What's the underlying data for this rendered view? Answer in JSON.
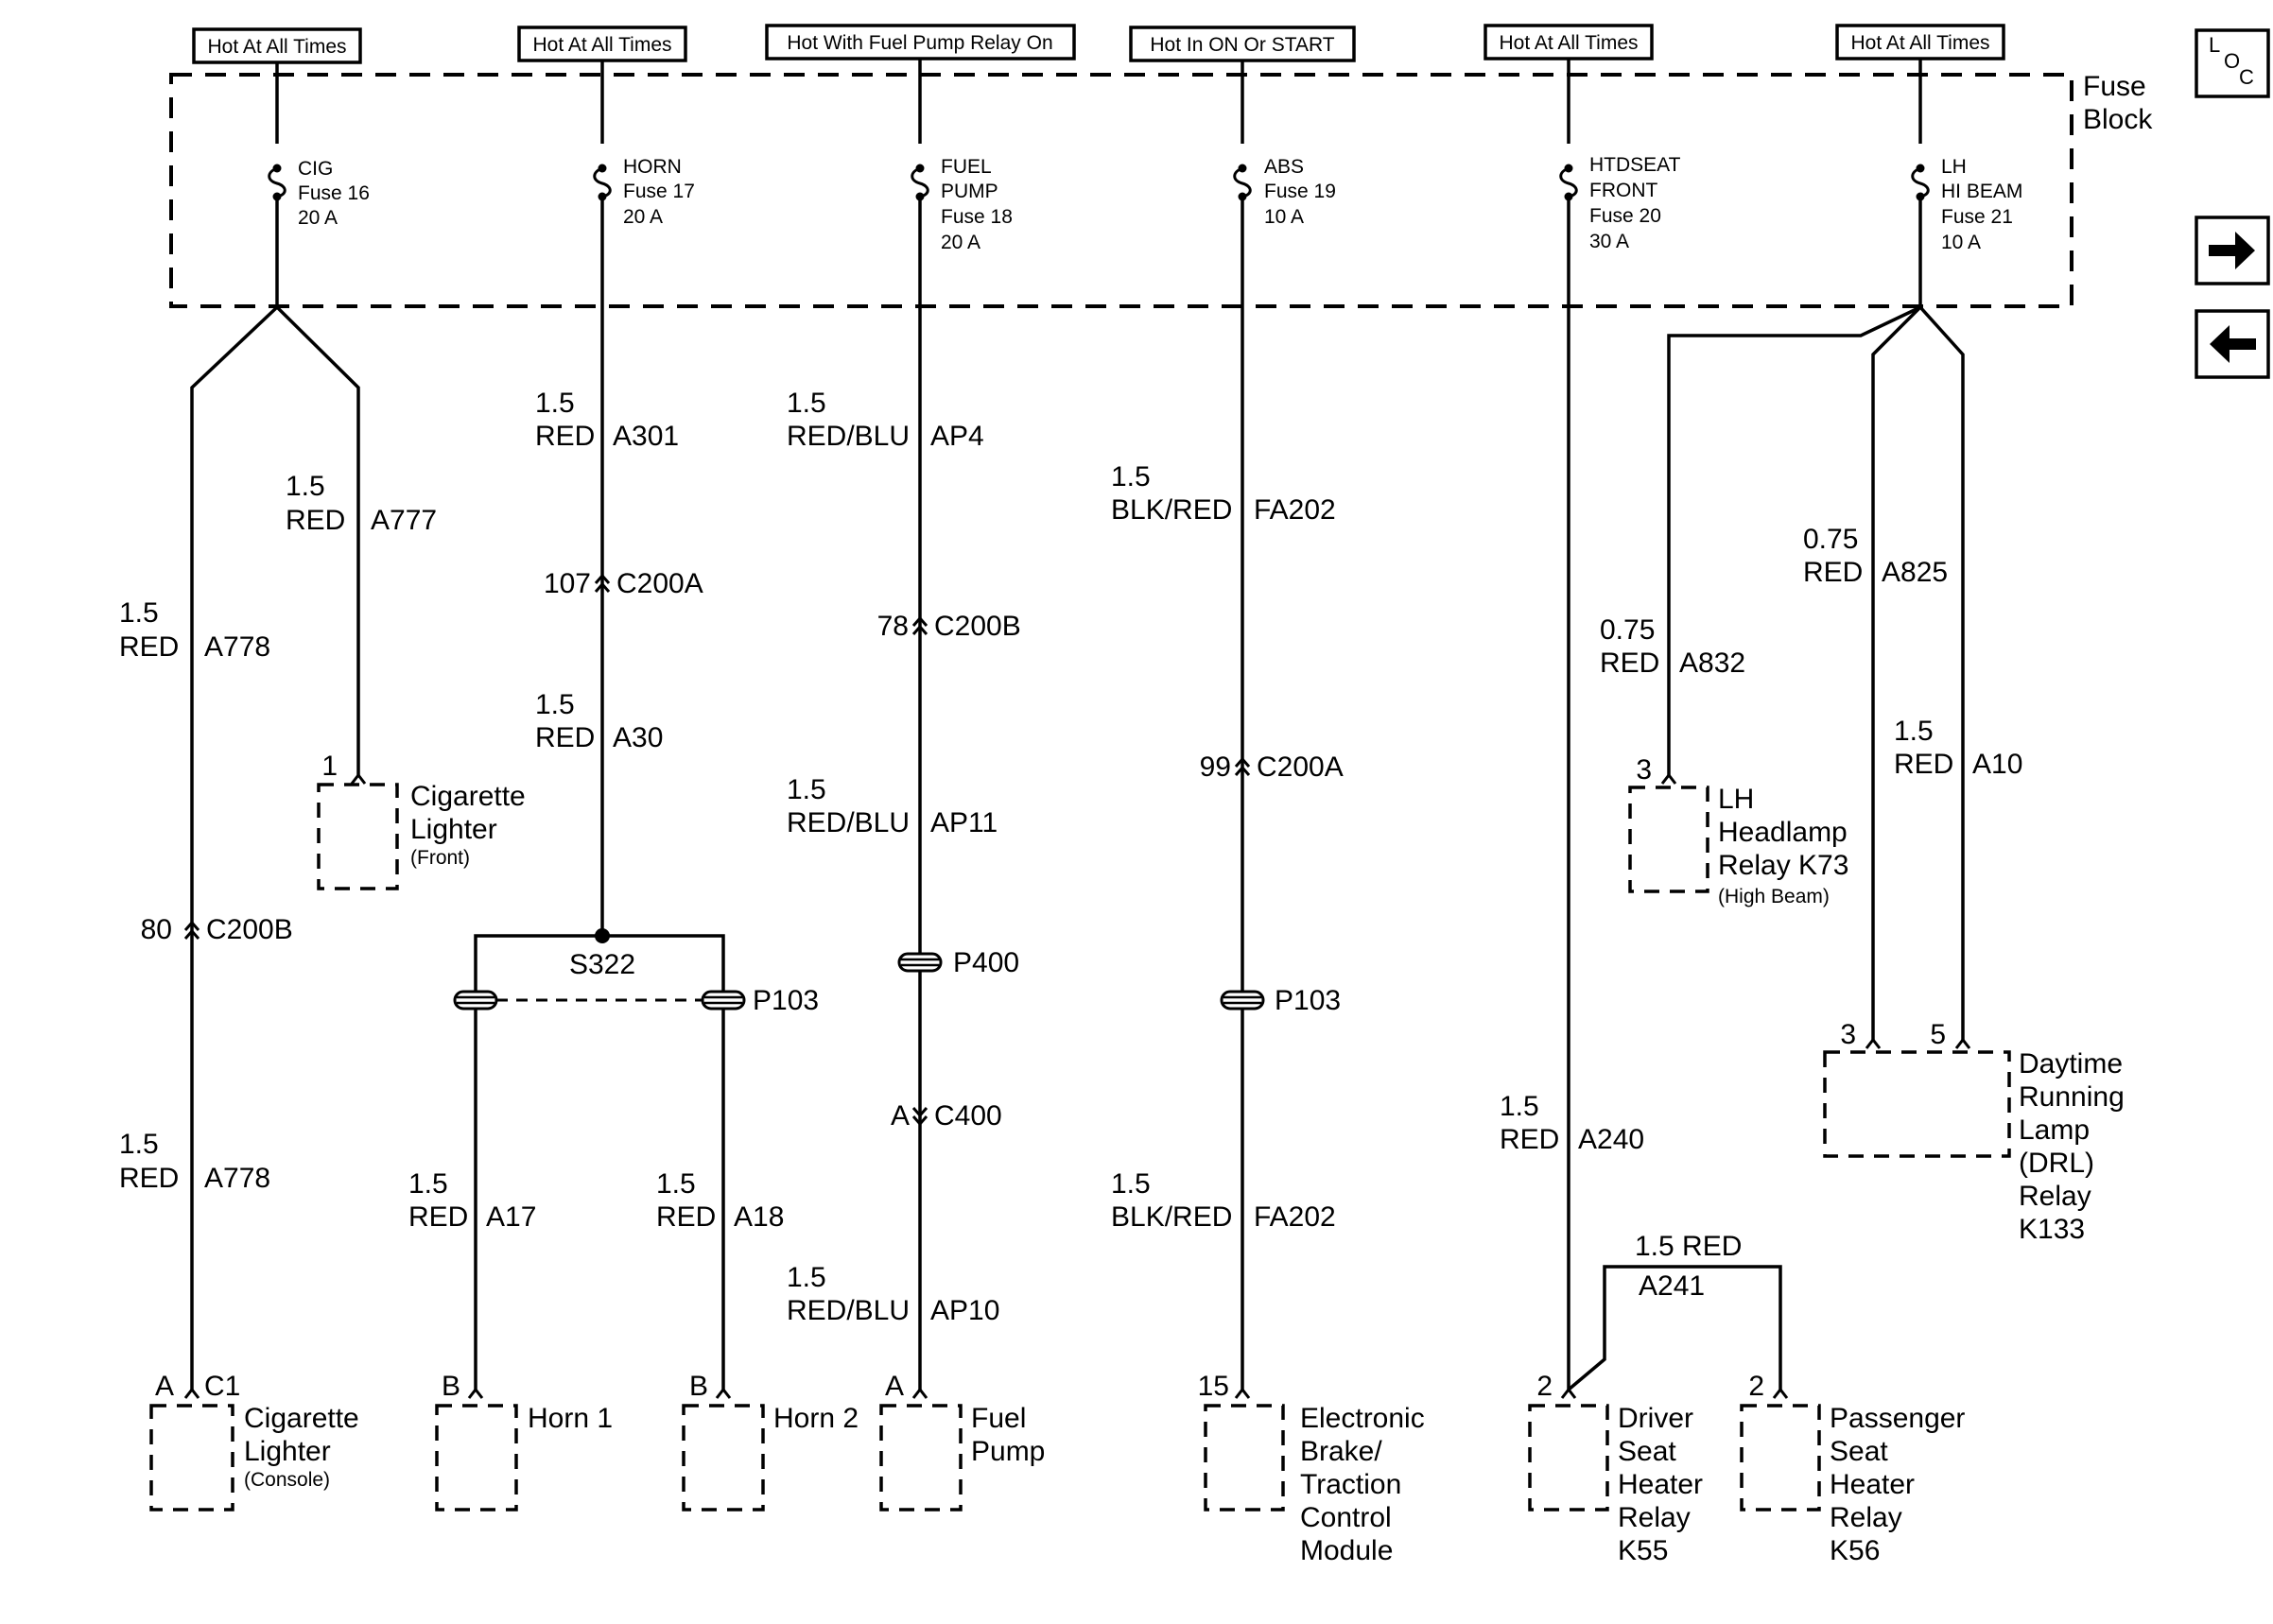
{
  "hot_labels": {
    "h1": "Hot At All Times",
    "h2": "Hot At All Times",
    "h3": "Hot With Fuel Pump Relay On",
    "h4": "Hot In ON Or START",
    "h5": "Hot At All Times",
    "h6": "Hot At All Times"
  },
  "fuse_block": {
    "line1": "Fuse",
    "line2": "Block"
  },
  "fuses": {
    "f1": [
      "CIG",
      "Fuse 16",
      "20 A"
    ],
    "f2": [
      "HORN",
      "Fuse 17",
      "20 A"
    ],
    "f3": [
      "FUEL",
      "PUMP",
      "Fuse 18",
      "20 A"
    ],
    "f4": [
      "ABS",
      "Fuse 19",
      "10 A"
    ],
    "f5": [
      "HTDSEAT",
      "FRONT",
      "Fuse 20",
      "30 A"
    ],
    "f6": [
      "LH",
      "HI BEAM",
      "Fuse 21",
      "10 A"
    ]
  },
  "wires": {
    "w_a777": [
      "1.5",
      "RED",
      "A777"
    ],
    "w_a778_top": [
      "1.5",
      "RED",
      "A778"
    ],
    "w_a778_bot": [
      "1.5",
      "RED",
      "A778"
    ],
    "w_a301": [
      "1.5",
      "RED",
      "A301"
    ],
    "w_a30": [
      "1.5",
      "RED",
      "A30"
    ],
    "w_a17": [
      "1.5",
      "RED",
      "A17"
    ],
    "w_a18": [
      "1.5",
      "RED",
      "A18"
    ],
    "w_ap4": [
      "1.5",
      "RED/BLU",
      "AP4"
    ],
    "w_ap11": [
      "1.5",
      "RED/BLU",
      "AP11"
    ],
    "w_ap10": [
      "1.5",
      "RED/BLU",
      "AP10"
    ],
    "w_fa202_top": [
      "1.5",
      "BLK/RED",
      "FA202"
    ],
    "w_fa202_bot": [
      "1.5",
      "BLK/RED",
      "FA202"
    ],
    "w_a240": [
      "1.5",
      "RED",
      "A240"
    ],
    "w_a241": [
      "1.5 RED",
      "A241"
    ],
    "w_a832": [
      "0.75",
      "RED",
      "A832"
    ],
    "w_a825": [
      "0.75",
      "RED",
      "A825"
    ],
    "w_a10": [
      "1.5",
      "RED",
      "A10"
    ]
  },
  "connectors": {
    "c1": {
      "pin": "107",
      "name": "C200A"
    },
    "c2": {
      "pin": "80",
      "name": "C200B"
    },
    "c3": {
      "pin": "78",
      "name": "C200B"
    },
    "c4": {
      "pin": "A",
      "name": "C400"
    },
    "c5": {
      "pin": "99",
      "name": "C200A"
    }
  },
  "splices": {
    "s322": "S322",
    "p103_horn": "P103",
    "p400": "P400",
    "p103_abs": "P103"
  },
  "components": {
    "cig_front": {
      "pin": "1",
      "lines": [
        "Cigarette",
        "Lighter"
      ],
      "sub": "(Front)"
    },
    "cig_console": {
      "pin": "A",
      "conn": "C1",
      "lines": [
        "Cigarette",
        "Lighter"
      ],
      "sub": "(Console)"
    },
    "horn1": {
      "pin": "B",
      "lines": [
        "Horn 1"
      ]
    },
    "horn2": {
      "pin": "B",
      "lines": [
        "Horn 2"
      ]
    },
    "fuel_pump": {
      "pin": "A",
      "lines": [
        "Fuel",
        "Pump"
      ]
    },
    "ebtcm": {
      "pin": "15",
      "lines": [
        "Electronic",
        "Brake/",
        "Traction",
        "Control",
        "Module"
      ]
    },
    "driver_seat": {
      "pin": "2",
      "lines": [
        "Driver",
        "Seat",
        "Heater",
        "Relay",
        "K55"
      ]
    },
    "pass_seat": {
      "pin": "2",
      "lines": [
        "Passenger",
        "Seat",
        "Heater",
        "Relay",
        "K56"
      ]
    },
    "lh_headlamp": {
      "pin": "3",
      "lines": [
        "LH",
        "Headlamp",
        "Relay K73"
      ],
      "sub": "(High Beam)"
    },
    "drl": {
      "pin3": "3",
      "pin5": "5",
      "lines": [
        "Daytime",
        "Running",
        "Lamp",
        "(DRL)",
        "Relay",
        "K133"
      ]
    }
  },
  "loc": {
    "l": "L",
    "o": "O",
    "c": "C"
  },
  "nav": {
    "next": "next-page",
    "prev": "previous-page"
  }
}
